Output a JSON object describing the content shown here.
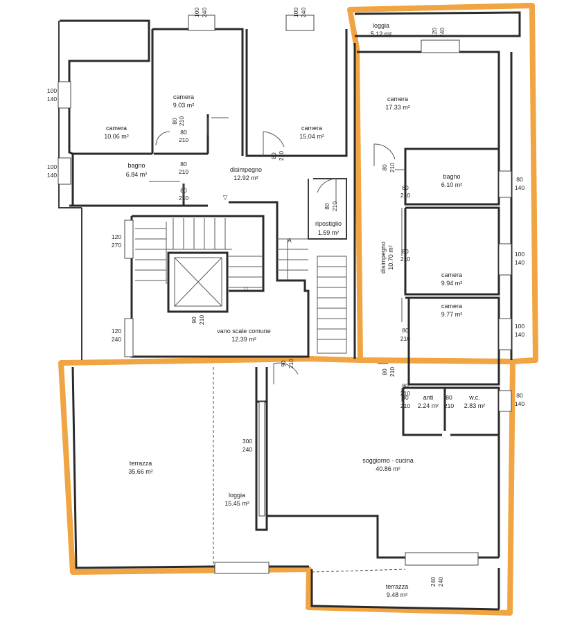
{
  "rooms": [
    {
      "name": "loggia",
      "area": "5.12 m²"
    },
    {
      "name": "camera",
      "area": "9.03 m²"
    },
    {
      "name": "camera",
      "area": "10.06 m²"
    },
    {
      "name": "camera",
      "area": "15.04 m²"
    },
    {
      "name": "camera",
      "area": "17.33 m²"
    },
    {
      "name": "bagno",
      "area": "6.84 m²"
    },
    {
      "name": "disimpegno",
      "area": "12.92 m²"
    },
    {
      "name": "bagno",
      "area": "6.10 m²"
    },
    {
      "name": "ripostiglio",
      "area": "1.59 m²"
    },
    {
      "name": "disimpegno",
      "area": "10.70 m²"
    },
    {
      "name": "camera",
      "area": "9.94 m²"
    },
    {
      "name": "camera",
      "area": "9.77 m²"
    },
    {
      "name": "vano scale comune",
      "area": "12.39 m²"
    },
    {
      "name": "anti",
      "area": "2.24 m²"
    },
    {
      "name": "w.c.",
      "area": "2.83 m²"
    },
    {
      "name": "terrazza",
      "area": "35.66 m²"
    },
    {
      "name": "soggiorno - cucina",
      "area": "40.86 m²"
    },
    {
      "name": "loggia",
      "area": "15.45 m²"
    },
    {
      "name": "terrazza",
      "area": "9.48 m²"
    }
  ],
  "dimensions": [
    {
      "w": "100",
      "h": "240"
    },
    {
      "w": "100",
      "h": "240"
    },
    {
      "w": "120",
      "h": "240"
    },
    {
      "w": "100",
      "h": "140"
    },
    {
      "w": "100",
      "h": "140"
    },
    {
      "w": "80",
      "h": "210"
    },
    {
      "w": "80",
      "h": "210"
    },
    {
      "w": "80",
      "h": "210"
    },
    {
      "w": "80",
      "h": "210"
    },
    {
      "w": "80",
      "h": "210"
    },
    {
      "w": "80",
      "h": "210"
    },
    {
      "w": "80",
      "h": "210"
    },
    {
      "w": "80",
      "h": "140"
    },
    {
      "w": "80",
      "h": "210"
    },
    {
      "w": "80",
      "h": "210"
    },
    {
      "w": "100",
      "h": "140"
    },
    {
      "w": "100",
      "h": "140"
    },
    {
      "w": "80",
      "h": "210"
    },
    {
      "w": "80",
      "h": "210"
    },
    {
      "w": "120",
      "h": "270"
    },
    {
      "w": "90",
      "h": "210"
    },
    {
      "w": "120",
      "h": "240"
    },
    {
      "w": "90",
      "h": "210"
    },
    {
      "w": "80",
      "h": "210"
    },
    {
      "w": "80",
      "h": "140"
    },
    {
      "w": "80",
      "h": "210"
    },
    {
      "w": "80",
      "h": "210"
    },
    {
      "w": "300",
      "h": "240"
    },
    {
      "w": "240",
      "h": "240"
    }
  ],
  "highlight_color": "#f0a442"
}
